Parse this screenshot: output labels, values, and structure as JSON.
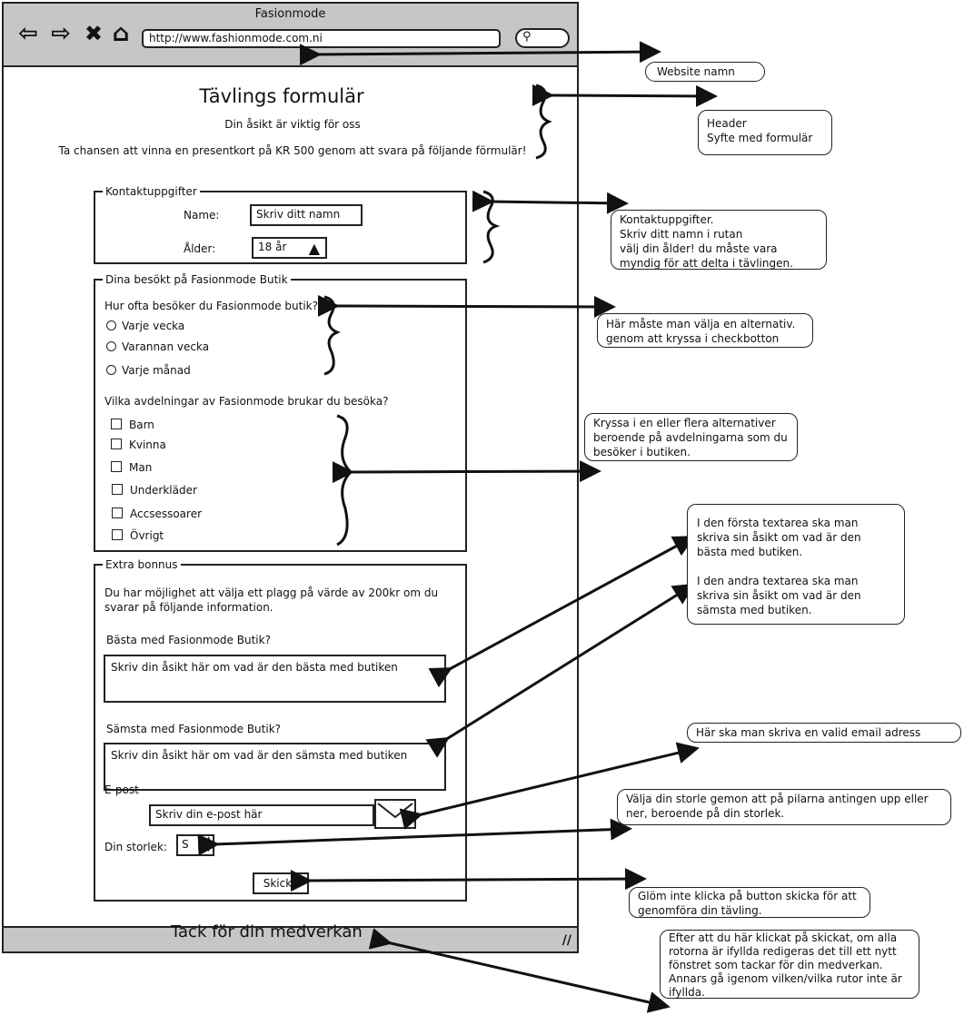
{
  "browser": {
    "window_title": "Fasionmode",
    "url": "http://www.fashionmode.com.ni",
    "footer_text": "Tack för din medverkan"
  },
  "header": {
    "title": "Tävlings formulär",
    "subtitle": "Din åsikt är viktig för oss",
    "purpose": "Ta chansen att vinna en presentkort på KR 500 genom att svara på följande förmulär!"
  },
  "contact": {
    "legend": "Kontaktuppgifter",
    "name_label": "Name:",
    "name_placeholder": "Skriv ditt namn",
    "age_label": "Ålder:",
    "age_value": "18 år"
  },
  "visit": {
    "legend": "Dina besökt på Fasionmode Butik",
    "question_frequency": "Hur ofta besöker du Fasionmode butik?",
    "frequency_options": [
      "Varje vecka",
      "Varannan vecka",
      "Varje månad"
    ],
    "question_departments": "Vilka avdelningar av Fasionmode brukar du besöka?",
    "department_options": [
      "Barn",
      "Kvinna",
      "Man",
      "Underkläder",
      "Accsessoarer",
      "Övrigt"
    ]
  },
  "bonus": {
    "legend": "Extra bonnus",
    "intro": "Du har möjlighet att välja ett plagg på värde av 200kr om du svarar på följande information.",
    "best_label": "Bästa med Fasionmode Butik?",
    "best_placeholder": "Skriv din åsikt här om vad är den bästa med butiken",
    "worst_label": "Sämsta med Fasionmode Butik?",
    "worst_placeholder": "Skriv din åsikt här om vad är den sämsta med butiken",
    "email_label": "E-post",
    "email_placeholder": "Skriv din e-post här",
    "size_label": "Din storlek:",
    "size_value": "S",
    "submit_label": "Skicka"
  },
  "annotations": {
    "website_name": "Website namn",
    "header": "Header\nSyfte med formulär",
    "contact": "Kontaktuppgifter.\nSkriv ditt namn i rutan\nvälj din ålder! du måste vara\nmyndig för att delta i tävlingen.",
    "frequency": "Här måste man välja en alternativ.\ngenom att kryssa i checkbotton",
    "departments": "Kryssa i en eller flera alternativer\nberoende på avdelningarna som du\nbesöker i butiken.",
    "textareas": "I den första textarea ska man\nskriva sin åsikt om vad är den\nbästa med butiken.\n\nI den andra textarea ska man\nskriva sin åsikt om vad är den\nsämsta med butiken.",
    "email": "Här ska man skriva en valid email adress",
    "size": "Välja din storle gemon att på pilarna antingen upp eller\nner, beroende på din storlek.",
    "submit": "Glöm inte klicka på button skicka för att\ngenomföra din tävling.",
    "after_submit": "Efter att du här klickat på skickat, om alla\nrotorna är ifyllda redigeras det till ett nytt\nfönstret som tackar för din medverkan.\nAnnars gå igenom vilken/vilka rutor inte är\nifyllda."
  }
}
